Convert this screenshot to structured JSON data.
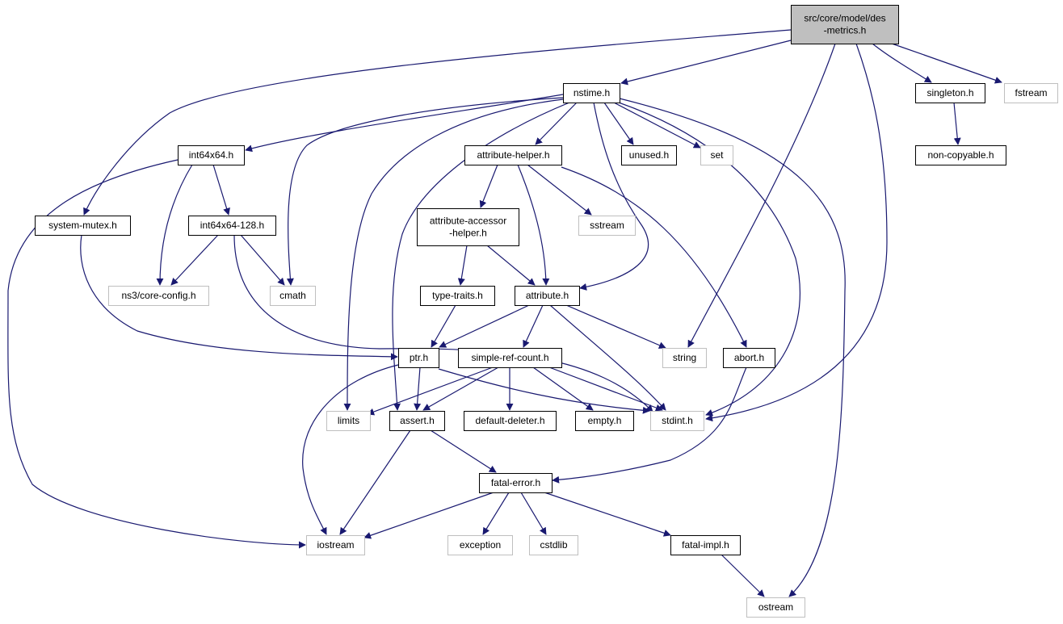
{
  "colors": {
    "edge": "#191970",
    "root_fill": "#bfbfbf",
    "project_border": "#000000",
    "external_border": "#bfbfbf"
  },
  "nodes": [
    {
      "id": "des-metrics",
      "lines": [
        "src/core/model/des",
        "-metrics.h"
      ],
      "kind": "root"
    },
    {
      "id": "nstime",
      "lines": [
        "nstime.h"
      ],
      "kind": "project"
    },
    {
      "id": "singleton",
      "lines": [
        "singleton.h"
      ],
      "kind": "project"
    },
    {
      "id": "fstream",
      "lines": [
        "fstream"
      ],
      "kind": "external"
    },
    {
      "id": "non-copyable",
      "lines": [
        "non-copyable.h"
      ],
      "kind": "project"
    },
    {
      "id": "int64x64",
      "lines": [
        "int64x64.h"
      ],
      "kind": "project"
    },
    {
      "id": "attribute-helper",
      "lines": [
        "attribute-helper.h"
      ],
      "kind": "project"
    },
    {
      "id": "unused",
      "lines": [
        "unused.h"
      ],
      "kind": "project"
    },
    {
      "id": "set",
      "lines": [
        "set"
      ],
      "kind": "external"
    },
    {
      "id": "system-mutex",
      "lines": [
        "system-mutex.h"
      ],
      "kind": "project"
    },
    {
      "id": "int64x64-128",
      "lines": [
        "int64x64-128.h"
      ],
      "kind": "project"
    },
    {
      "id": "attribute-accessor-helper",
      "lines": [
        "attribute-accessor",
        "-helper.h"
      ],
      "kind": "project"
    },
    {
      "id": "sstream",
      "lines": [
        "sstream"
      ],
      "kind": "external"
    },
    {
      "id": "ns3-core-config",
      "lines": [
        "ns3/core-config.h"
      ],
      "kind": "external"
    },
    {
      "id": "cmath",
      "lines": [
        "cmath"
      ],
      "kind": "external"
    },
    {
      "id": "type-traits",
      "lines": [
        "type-traits.h"
      ],
      "kind": "project"
    },
    {
      "id": "attribute",
      "lines": [
        "attribute.h"
      ],
      "kind": "project"
    },
    {
      "id": "ptr",
      "lines": [
        "ptr.h"
      ],
      "kind": "project"
    },
    {
      "id": "simple-ref-count",
      "lines": [
        "simple-ref-count.h"
      ],
      "kind": "project"
    },
    {
      "id": "string",
      "lines": [
        "string"
      ],
      "kind": "external"
    },
    {
      "id": "abort",
      "lines": [
        "abort.h"
      ],
      "kind": "project"
    },
    {
      "id": "limits",
      "lines": [
        "limits"
      ],
      "kind": "external"
    },
    {
      "id": "assert",
      "lines": [
        "assert.h"
      ],
      "kind": "project"
    },
    {
      "id": "default-deleter",
      "lines": [
        "default-deleter.h"
      ],
      "kind": "project"
    },
    {
      "id": "empty",
      "lines": [
        "empty.h"
      ],
      "kind": "project"
    },
    {
      "id": "stdint",
      "lines": [
        "stdint.h"
      ],
      "kind": "external"
    },
    {
      "id": "fatal-error",
      "lines": [
        "fatal-error.h"
      ],
      "kind": "project"
    },
    {
      "id": "iostream",
      "lines": [
        "iostream"
      ],
      "kind": "external"
    },
    {
      "id": "exception",
      "lines": [
        "exception"
      ],
      "kind": "external"
    },
    {
      "id": "cstdlib",
      "lines": [
        "cstdlib"
      ],
      "kind": "external"
    },
    {
      "id": "fatal-impl",
      "lines": [
        "fatal-impl.h"
      ],
      "kind": "project"
    },
    {
      "id": "ostream",
      "lines": [
        "ostream"
      ],
      "kind": "external"
    }
  ],
  "edges": [
    [
      "des-metrics",
      "nstime"
    ],
    [
      "des-metrics",
      "singleton"
    ],
    [
      "des-metrics",
      "fstream"
    ],
    [
      "des-metrics",
      "system-mutex"
    ],
    [
      "des-metrics",
      "string"
    ],
    [
      "des-metrics",
      "stdint"
    ],
    [
      "singleton",
      "non-copyable"
    ],
    [
      "nstime",
      "int64x64"
    ],
    [
      "nstime",
      "attribute-helper"
    ],
    [
      "nstime",
      "unused"
    ],
    [
      "nstime",
      "set"
    ],
    [
      "nstime",
      "cmath"
    ],
    [
      "nstime",
      "limits"
    ],
    [
      "nstime",
      "assert"
    ],
    [
      "nstime",
      "attribute"
    ],
    [
      "nstime",
      "stdint"
    ],
    [
      "nstime",
      "ostream"
    ],
    [
      "int64x64",
      "int64x64-128"
    ],
    [
      "int64x64",
      "ns3-core-config"
    ],
    [
      "int64x64",
      "iostream"
    ],
    [
      "int64x64-128",
      "ns3-core-config"
    ],
    [
      "int64x64-128",
      "cmath"
    ],
    [
      "int64x64-128",
      "stdint"
    ],
    [
      "attribute-helper",
      "attribute-accessor-helper"
    ],
    [
      "attribute-helper",
      "sstream"
    ],
    [
      "attribute-helper",
      "attribute"
    ],
    [
      "attribute-helper",
      "abort"
    ],
    [
      "attribute-accessor-helper",
      "type-traits"
    ],
    [
      "attribute-accessor-helper",
      "attribute"
    ],
    [
      "system-mutex",
      "ptr"
    ],
    [
      "type-traits",
      "ptr"
    ],
    [
      "attribute",
      "ptr"
    ],
    [
      "attribute",
      "simple-ref-count"
    ],
    [
      "attribute",
      "string"
    ],
    [
      "attribute",
      "stdint"
    ],
    [
      "ptr",
      "assert"
    ],
    [
      "ptr",
      "iostream"
    ],
    [
      "ptr",
      "stdint"
    ],
    [
      "simple-ref-count",
      "limits"
    ],
    [
      "simple-ref-count",
      "assert"
    ],
    [
      "simple-ref-count",
      "default-deleter"
    ],
    [
      "simple-ref-count",
      "empty"
    ],
    [
      "simple-ref-count",
      "stdint"
    ],
    [
      "abort",
      "fatal-error"
    ],
    [
      "assert",
      "fatal-error"
    ],
    [
      "assert",
      "iostream"
    ],
    [
      "fatal-error",
      "iostream"
    ],
    [
      "fatal-error",
      "exception"
    ],
    [
      "fatal-error",
      "cstdlib"
    ],
    [
      "fatal-error",
      "fatal-impl"
    ],
    [
      "fatal-impl",
      "ostream"
    ]
  ]
}
